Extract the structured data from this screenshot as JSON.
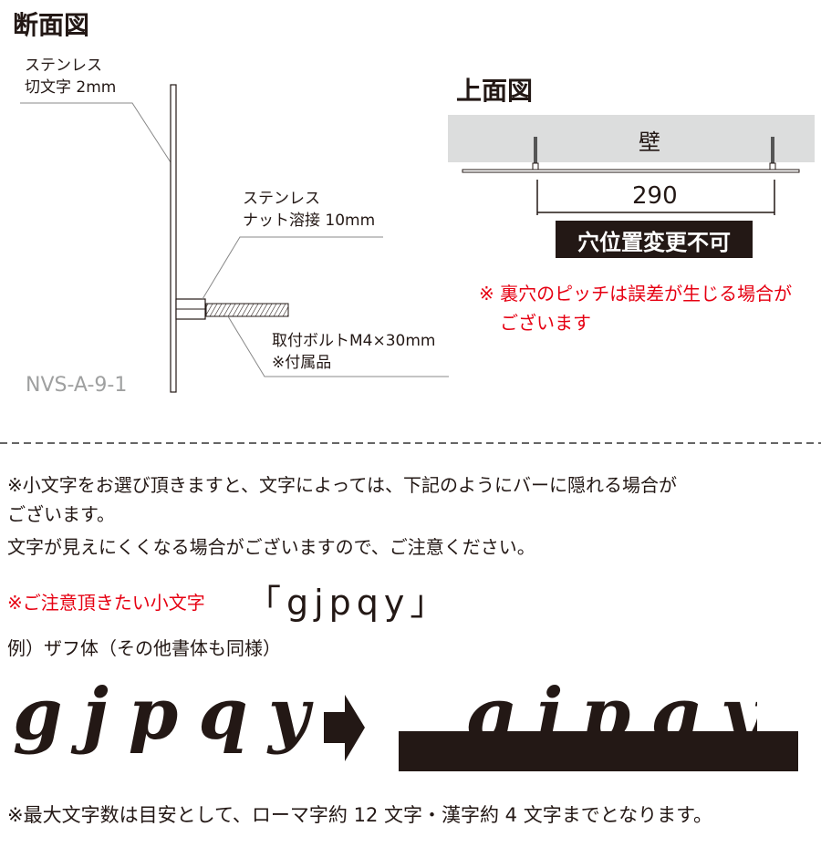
{
  "section_view": {
    "title": "断面図",
    "letter_label": [
      "ステンレス",
      "切文字 2mm"
    ],
    "nut_label": [
      "ステンレス",
      "ナット溶接 10mm"
    ],
    "bolt_label": [
      "取付ボルトM4×30mm",
      "※付属品"
    ],
    "model_code": "NVS-A-9-1"
  },
  "top_view": {
    "title": "上面図",
    "wall_label": "壁",
    "pitch": "290",
    "warning_badge": "穴位置変更不可",
    "note": [
      "※ 裏穴のピッチは誤差が生じる場合が",
      "ございます"
    ]
  },
  "notice": {
    "lines": [
      "※小文字をお選び頂きますと、文字によっては、下記のようにバーに隠れる場合が",
      "ございます。",
      "文字が見えにくくなる場合がございますので、ご注意ください。"
    ],
    "caution_label": "※ご注意頂きたい小文字",
    "caution_letters": "「gjpqy」",
    "example_label": "例）ザフ体（その他書体も同様）",
    "sample_letters": "gjpqy",
    "footer": "※最大文字数は目安として、ローマ字約 12 文字・漢字約 4 文字までとなります。"
  },
  "colors": {
    "text": "#231815",
    "accent_red": "#e60012",
    "wall": "#dcdddd",
    "model_code": "#9fa0a0"
  }
}
